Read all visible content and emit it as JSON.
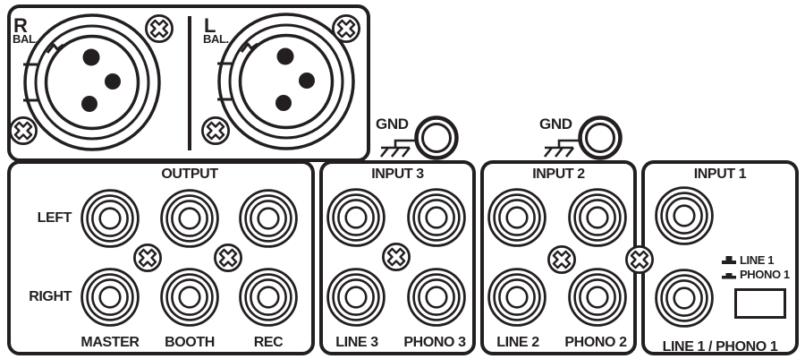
{
  "colors": {
    "ink": "#231f20",
    "background": "#ffffff"
  },
  "xlr_section": {
    "right_xlr": {
      "label": "R",
      "sublabel": "BAL."
    },
    "left_xlr": {
      "label": "L",
      "sublabel": "BAL."
    }
  },
  "ground_terminals": [
    {
      "label": "GND"
    },
    {
      "label": "GND"
    }
  ],
  "output_panel": {
    "title": "OUTPUT",
    "row_labels": [
      "LEFT",
      "RIGHT"
    ],
    "jack_labels": [
      "MASTER",
      "BOOTH",
      "REC"
    ]
  },
  "input3_panel": {
    "title": "INPUT 3",
    "jack_labels": [
      "LINE 3",
      "PHONO 3"
    ]
  },
  "input2_panel": {
    "title": "INPUT 2",
    "jack_labels": [
      "LINE 2",
      "PHONO 2"
    ]
  },
  "input1_panel": {
    "title": "INPUT 1",
    "switch_options": [
      {
        "label": "LINE 1"
      },
      {
        "label": "PHONO 1"
      }
    ],
    "jack_label": "LINE 1 / PHONO 1"
  },
  "icons": {
    "xlr_socket": "3-pin balanced XLR socket",
    "phillips_screw": "cross-head screw",
    "rca_jack": "concentric RCA socket",
    "ground_terminal": "GND post with chassis-ground symbol",
    "switch_up": "switch raised",
    "switch_down": "switch pressed"
  }
}
